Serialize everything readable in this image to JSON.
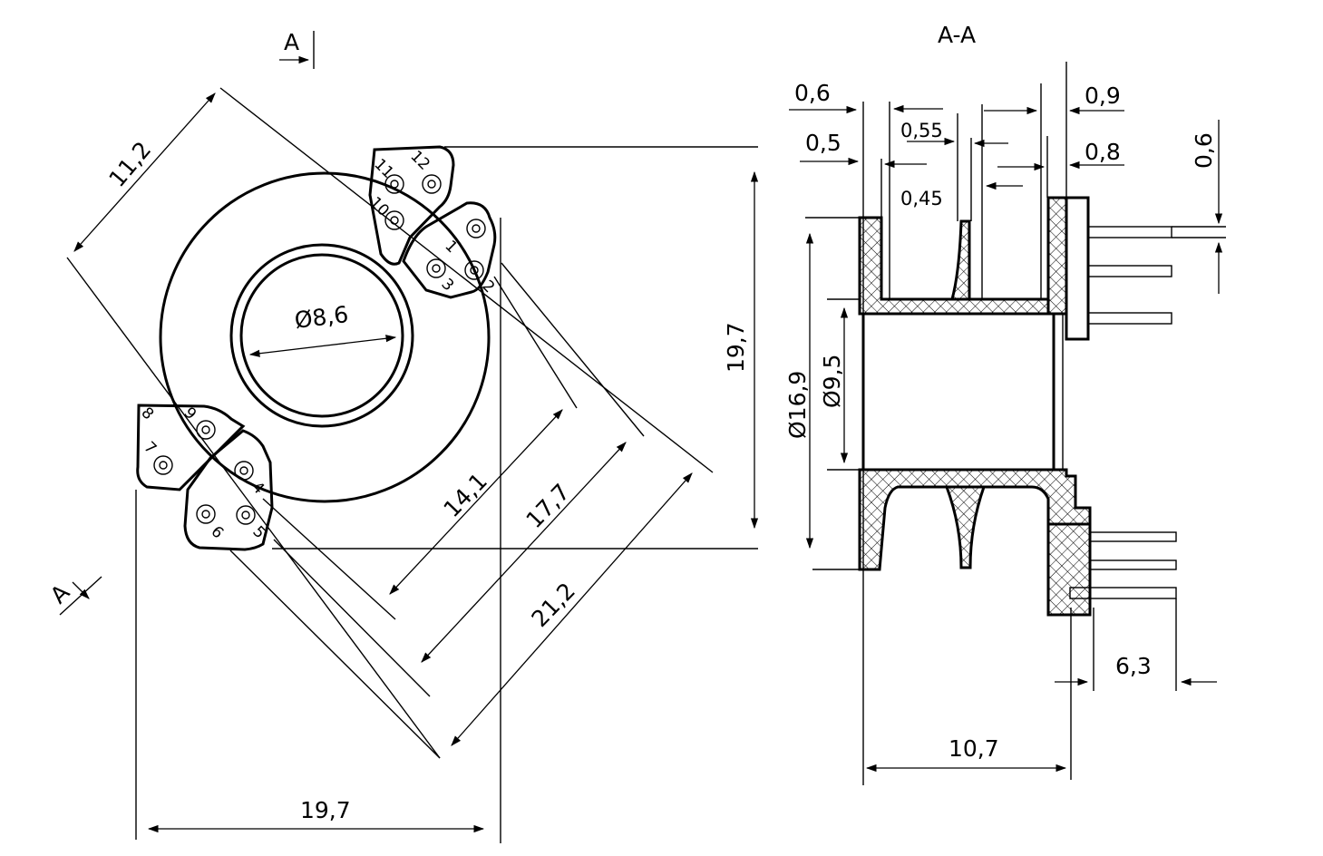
{
  "section_marker": {
    "letter": "A",
    "section_title": "A-A"
  },
  "front_view": {
    "dims": {
      "d_inner": "Ø8,6",
      "width_11_2": "11,2",
      "diag_14_1": "14,1",
      "diag_17_7": "17,7",
      "diag_21_2": "21,2",
      "height": "19,7",
      "width": "19,7"
    },
    "pins": [
      "1",
      "2",
      "3",
      "4",
      "5",
      "6",
      "7",
      "8",
      "9",
      "10",
      "11",
      "12"
    ]
  },
  "section_view": {
    "dims": {
      "t_0_6": "0,6",
      "t_0_5": "0,5",
      "t_0_55": "0,55",
      "t_0_45": "0,45",
      "t_0_9": "0,9",
      "t_0_8": "0,8",
      "t_0_6_vert": "0,6",
      "d_16_9": "Ø16,9",
      "d_9_5": "Ø9,5",
      "pitch_6_3": "6,3",
      "length_10_7": "10,7"
    }
  }
}
